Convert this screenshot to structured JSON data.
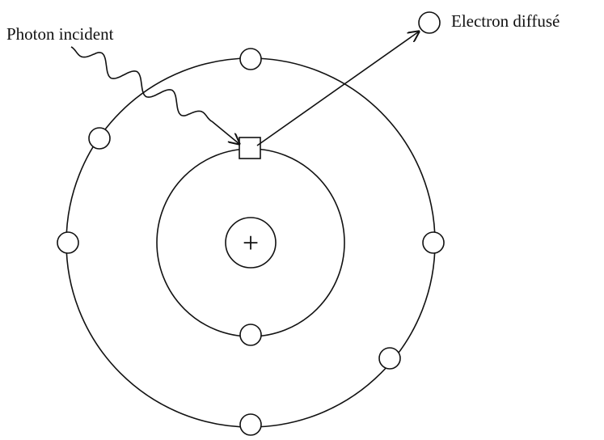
{
  "labels": {
    "photon": "Photon incident",
    "electron": "Electron diffusé",
    "nucleus": "+"
  },
  "colors": {
    "ink": "#111111",
    "background": "#ffffff"
  },
  "structure": {
    "inner_shell_electrons": 1,
    "inner_shell_vacancy": 1,
    "outer_shell_electrons": 6,
    "ejected_electrons": 1
  }
}
